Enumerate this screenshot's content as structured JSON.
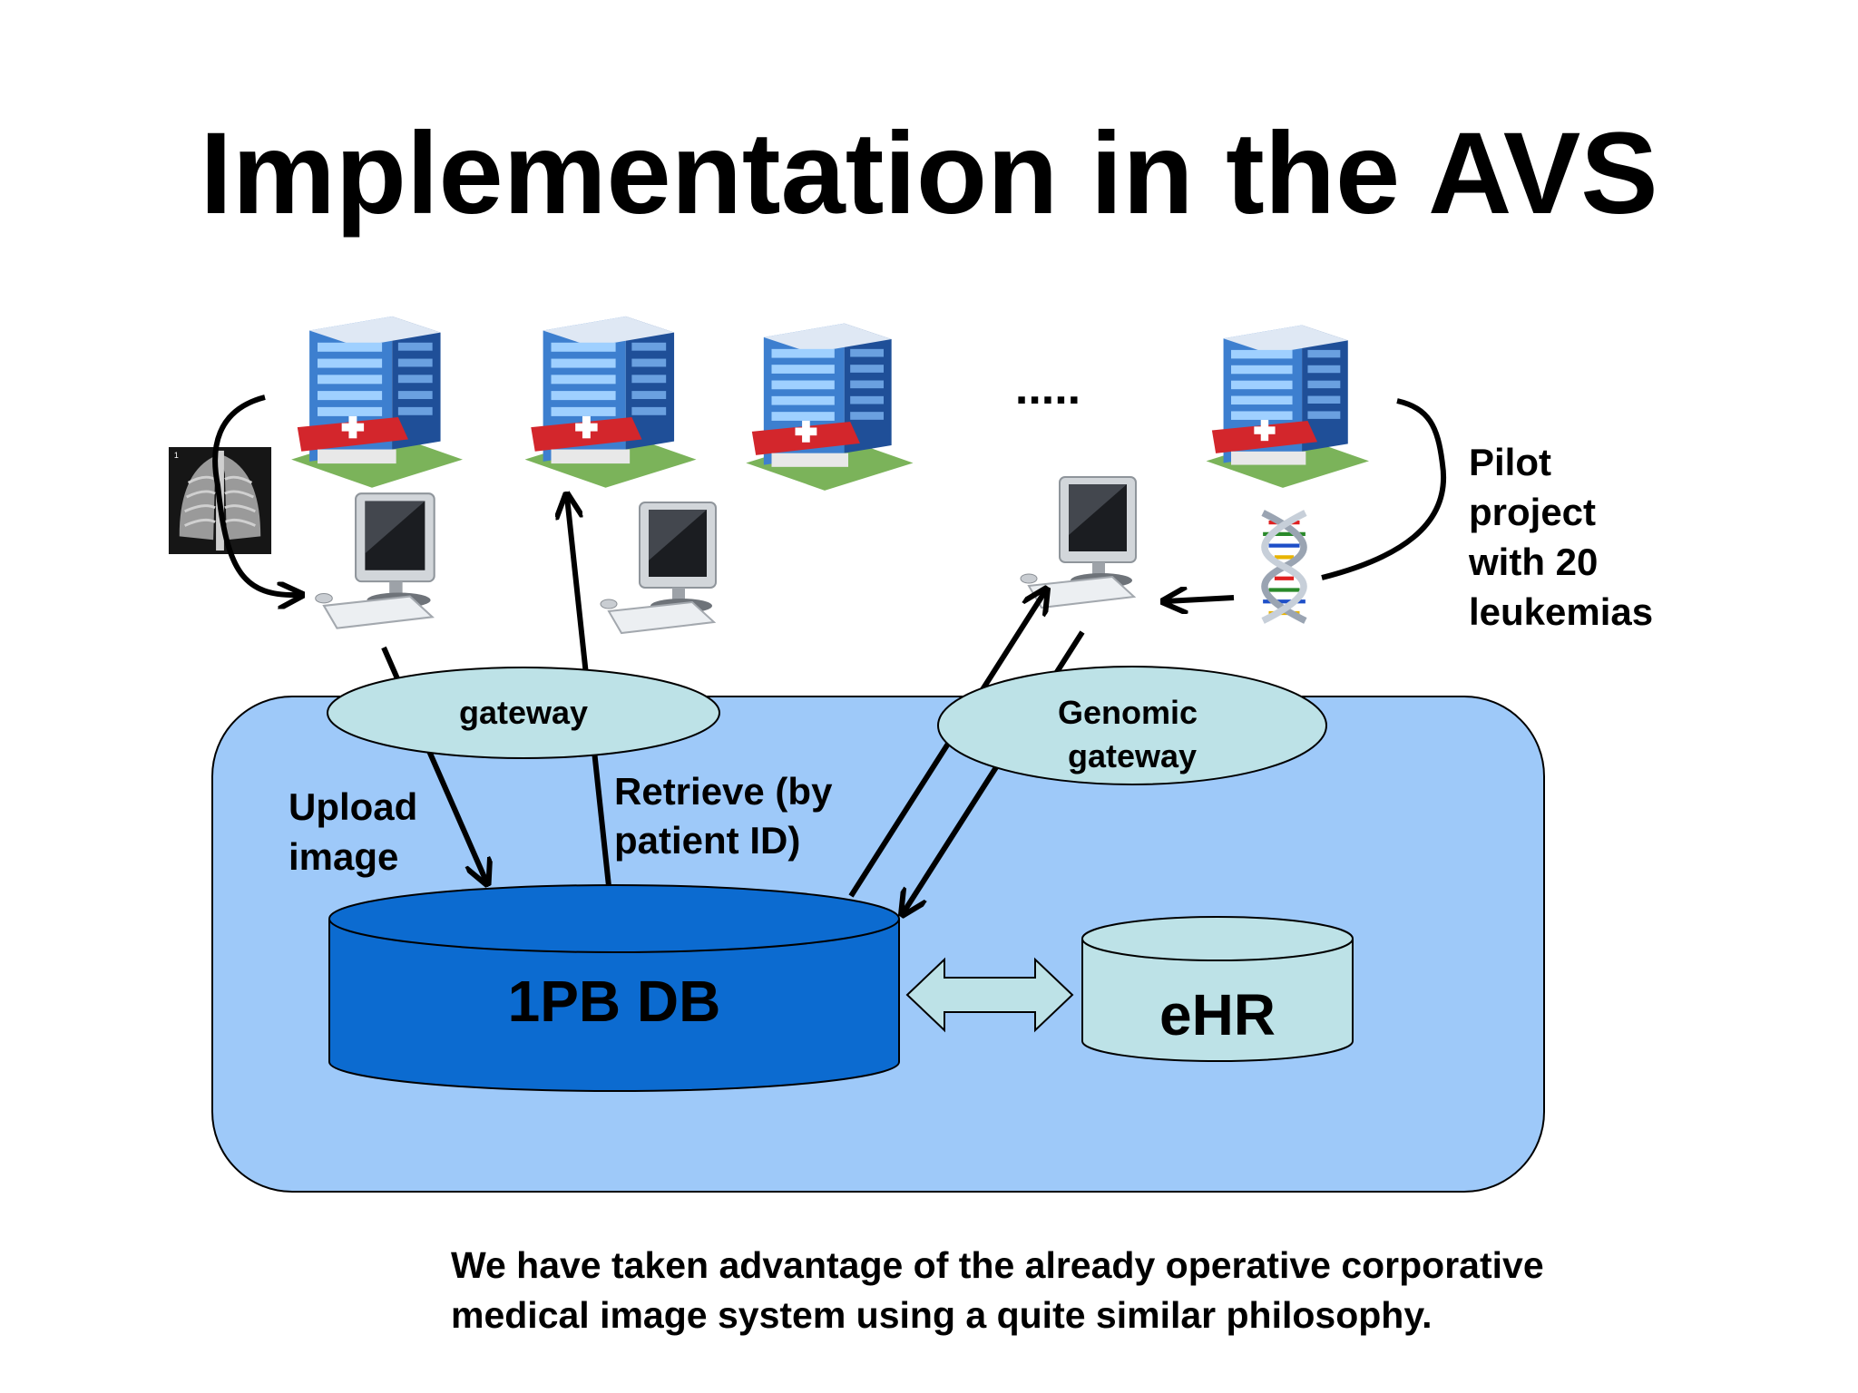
{
  "slide": {
    "title": "Implementation in the AVS",
    "ellipsis": ".....",
    "pilot_note": "Pilot\nproject\nwith 20\nleukemias",
    "caption": "We have taken advantage of the already operative corporative\nmedical image system using a quite similar philosophy.",
    "colors": {
      "system_area": "#9ec9f9",
      "main_db": "#0c6bd0",
      "light_node": "#bde2e7",
      "outline": "#000000"
    }
  },
  "nodes": {
    "gateway": "gateway",
    "genomic_gateway": "Genomic\ngateway",
    "main_db": "1PB DB",
    "ehr": "eHR"
  },
  "edges": {
    "upload": "Upload\nimage",
    "retrieve": "Retrieve (by\npatient ID)"
  },
  "icons": {
    "hospitals": [
      "hospital-icon",
      "hospital-icon",
      "hospital-icon",
      "hospital-icon"
    ],
    "workstations": [
      "computer-icon",
      "computer-icon",
      "computer-icon"
    ],
    "xray": "xray-icon",
    "dna": "dna-icon"
  }
}
